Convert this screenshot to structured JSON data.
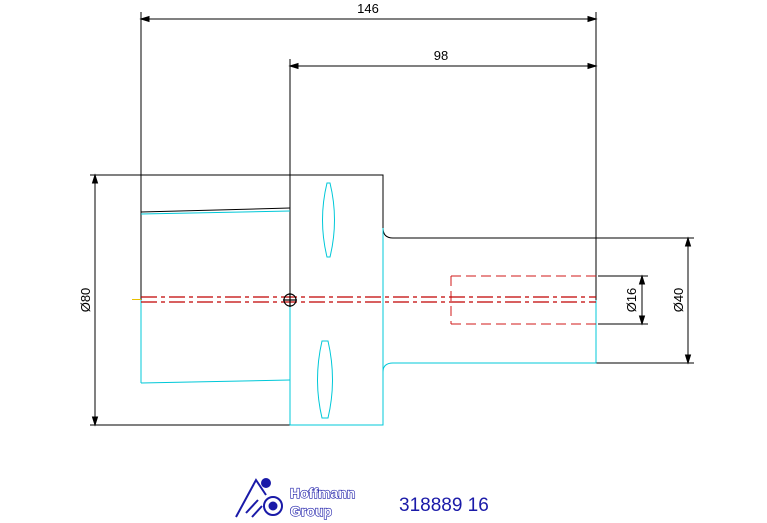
{
  "dimensions": {
    "overall_length": "146",
    "shank_length": "98",
    "body_diameter": "Ø80",
    "bore_diameter": "Ø16",
    "shank_diameter": "Ø40"
  },
  "logo": {
    "line1": "Hoffmann",
    "line2": "Group"
  },
  "part_number": "318889 16",
  "colors": {
    "outline": "#000000",
    "body": "#00c8d8",
    "centerline": "#c00000",
    "brand": "#1a1aa8"
  }
}
